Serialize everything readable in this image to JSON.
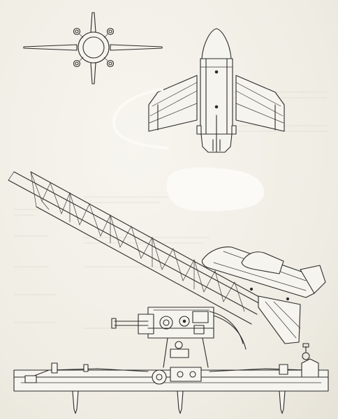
{
  "figure": {
    "views": [
      "front-view",
      "plan-view",
      "side-view-on-launcher"
    ],
    "labels": []
  },
  "colors": {
    "paper": "#f3f1ea",
    "ink": "#2b2b2b",
    "show_through": "#d6d2c6"
  }
}
